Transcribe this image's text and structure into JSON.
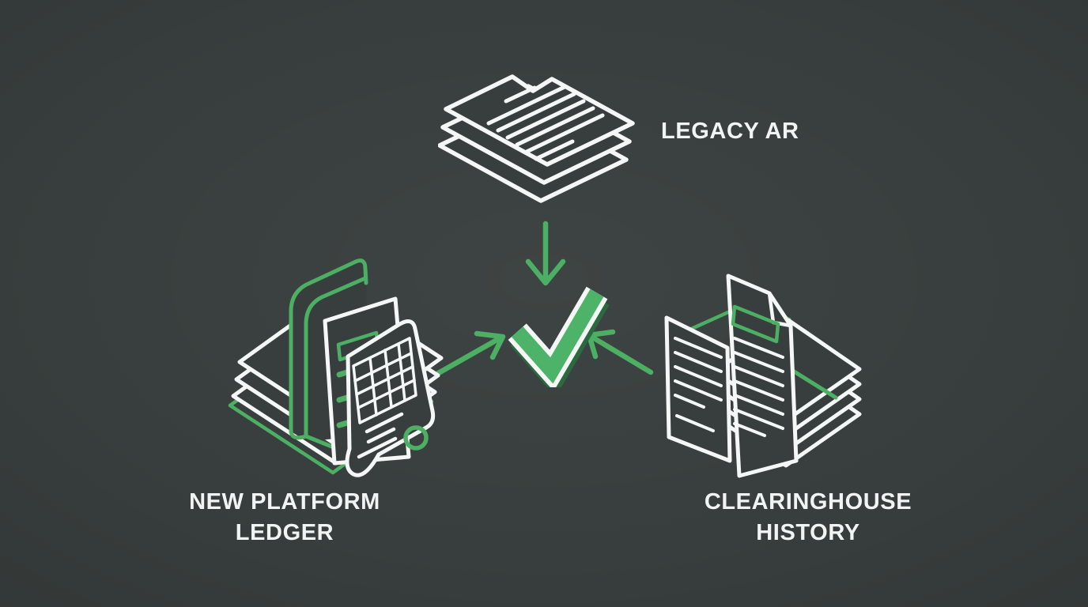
{
  "palette": {
    "background": "#383E3D",
    "line_white": "#F5F7F6",
    "accent_green": "#4CAF63",
    "check_green": "#4DB368",
    "check_shadow_green": "#2A6A3E",
    "label_text": "#F1F4F2"
  },
  "diagram": {
    "nodes": [
      {
        "id": "legacy-ar",
        "label": "LEGACY AR",
        "icon": "paper-stack-icon",
        "position": "top-center"
      },
      {
        "id": "new-platform-ledger",
        "label": "NEW PLATFORM\nLEDGER",
        "icon": "ledger-book-documents-icon",
        "position": "bottom-left"
      },
      {
        "id": "clearinghouse-history",
        "label": "CLEARINGHOUSE\nHISTORY",
        "icon": "documents-history-stack-icon",
        "position": "bottom-right"
      }
    ],
    "center": {
      "id": "match-check",
      "icon": "checkmark-icon"
    },
    "connections": [
      {
        "from": "legacy-ar",
        "to": "match-check",
        "arrow_direction": "down"
      },
      {
        "from": "new-platform-ledger",
        "to": "match-check",
        "arrow_direction": "up-right"
      },
      {
        "from": "clearinghouse-history",
        "to": "match-check",
        "arrow_direction": "up-left"
      }
    ]
  }
}
